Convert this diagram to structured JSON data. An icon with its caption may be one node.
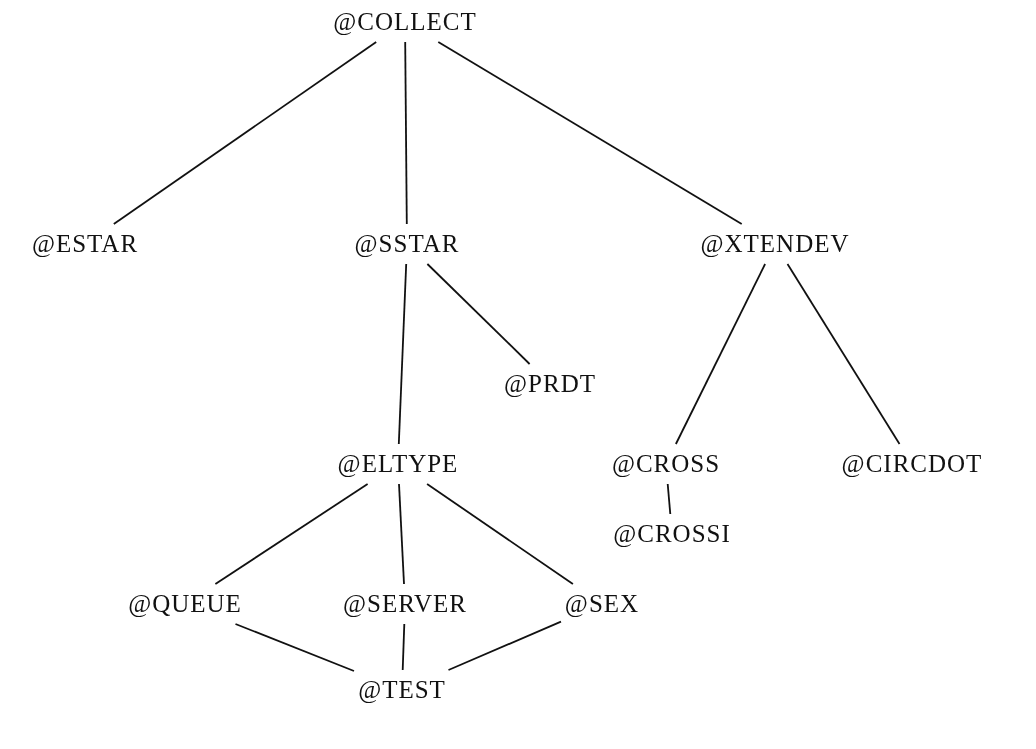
{
  "diagram": {
    "nodes": [
      {
        "text": [
          "@COLLECT"
        ]
      },
      {
        "text": [
          "@ESTAR"
        ]
      },
      {
        "text": [
          "@SSTAR"
        ]
      },
      {
        "text": [
          "@XTENDEV"
        ]
      },
      {
        "text": [
          "@PRDT"
        ]
      },
      {
        "text": [
          "@ELTYPE"
        ]
      },
      {
        "text": [
          "@CROSS"
        ]
      },
      {
        "text": [
          "@CIRCDOT"
        ]
      },
      {
        "text": [
          "@CROSSI"
        ]
      },
      {
        "text": [
          "@QUEUE"
        ]
      },
      {
        "text": [
          "@SERVER"
        ]
      },
      {
        "text": [
          "@SEX"
        ]
      },
      {
        "text": [
          "@TEST"
        ]
      }
    ],
    "edges": [
      {
        "from": 0,
        "to": 1,
        "arrow": "none"
      },
      {
        "from": 0,
        "to": 2,
        "arrow": "none"
      },
      {
        "from": 0,
        "to": 3,
        "arrow": "none"
      },
      {
        "from": 2,
        "to": 5,
        "arrow": "none"
      },
      {
        "from": 2,
        "to": 4,
        "arrow": "none"
      },
      {
        "from": 3,
        "to": 6,
        "arrow": "none"
      },
      {
        "from": 3,
        "to": 7,
        "arrow": "none"
      },
      {
        "from": 6,
        "to": 8,
        "arrow": "none"
      },
      {
        "from": 5,
        "to": 9,
        "arrow": "none"
      },
      {
        "from": 5,
        "to": 10,
        "arrow": "none"
      },
      {
        "from": 5,
        "to": 11,
        "arrow": "none"
      },
      {
        "from": 9,
        "to": 12,
        "arrow": "none"
      },
      {
        "from": 10,
        "to": 12,
        "arrow": "none"
      },
      {
        "from": 11,
        "to": 12,
        "arrow": "none"
      }
    ]
  }
}
